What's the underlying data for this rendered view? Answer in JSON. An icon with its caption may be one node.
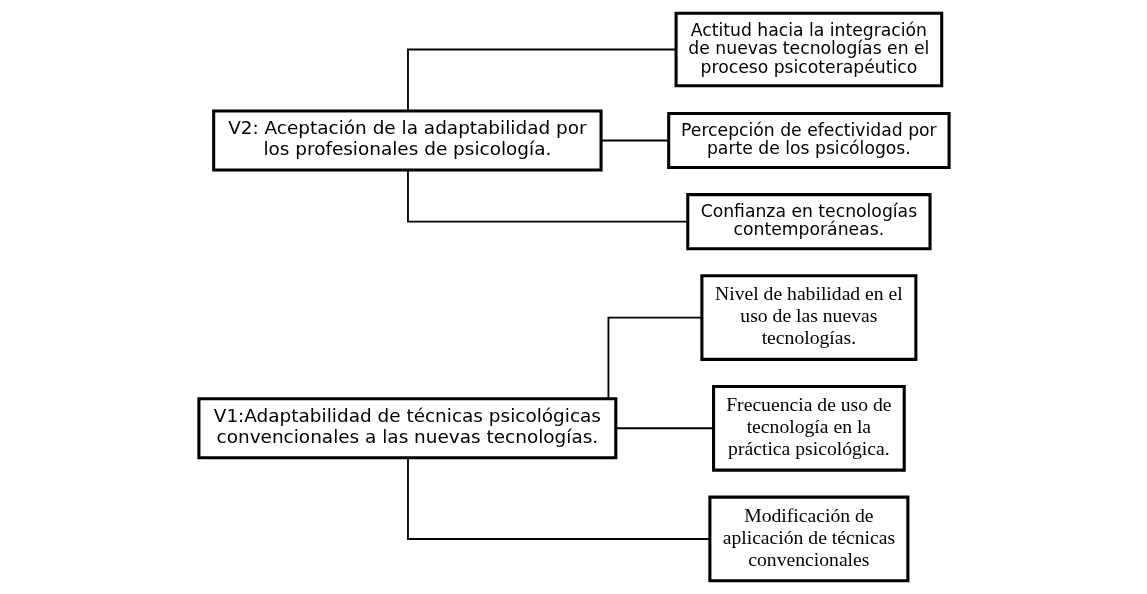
{
  "diagram": {
    "nodes": [
      {
        "text": [
          "V1:Adaptabilidad de técnicas psicológicas convencionales a las nuevas tecnologías."
        ]
      },
      {
        "text": [
          "Nivel de habilidad en el uso de las nuevas tecnologías."
        ]
      },
      {
        "text": [
          "Frecuencia de uso de tecnología en la práctica psicológica."
        ]
      },
      {
        "text": [
          "Modificación de aplicación de técnicas convencionales"
        ]
      },
      {
        "text": [
          "V2: Aceptación de la adaptabilidad por los profesionales de psicología."
        ]
      },
      {
        "text": [
          "Actitud hacia la integración de nuevas tecnologías en el proceso psicoterapéutico"
        ]
      },
      {
        "text": [
          "Percepción de efectividad por parte de los psicólogos."
        ]
      },
      {
        "text": [
          "Confianza en tecnologías contemporáneas."
        ]
      }
    ],
    "edges": [
      {
        "from": 0,
        "to": 1,
        "arrow": "none"
      },
      {
        "from": 0,
        "to": 2,
        "arrow": "none"
      },
      {
        "from": 0,
        "to": 3,
        "arrow": "none"
      },
      {
        "from": 4,
        "to": 5,
        "arrow": "none"
      },
      {
        "from": 4,
        "to": 6,
        "arrow": "none"
      },
      {
        "from": 4,
        "to": 7,
        "arrow": "none"
      }
    ]
  }
}
